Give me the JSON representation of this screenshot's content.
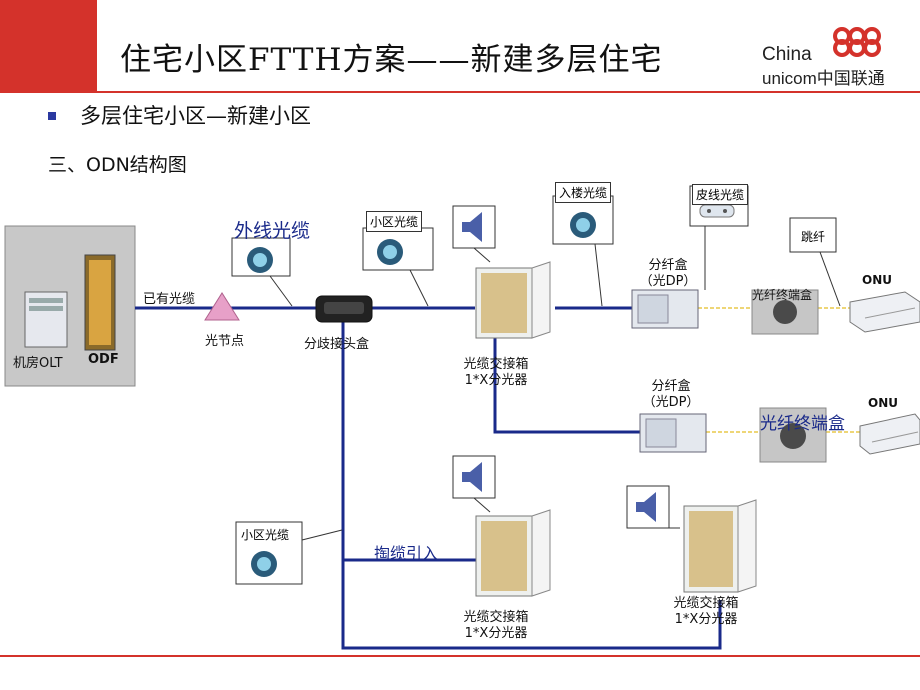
{
  "title": "住宅小区FTTH方案——新建多层住宅",
  "logo": {
    "line1": "China",
    "line2": "unicom中国联通",
    "color": "#d4322b"
  },
  "subtitle": "多层住宅小区—新建小区",
  "section": "三、ODN结构图",
  "labels": {
    "olt": "机房OLT",
    "odf": "ODF",
    "existing_cable": "已有光缆",
    "node": "光节点",
    "outside_cable": "外线光缆",
    "splice_box": "分歧接头盒",
    "district_cable_top": "小区光缆",
    "district_cable_left": "小区光缆",
    "building_cable": "入楼光缆",
    "drop_cable": "皮线光缆",
    "jumper": "跳纤",
    "dp1_line1": "分纤盒",
    "dp1_line2": "（光DP）",
    "dp2_line1": "分纤盒",
    "dp2_line2": "（光DP）",
    "term1": "光纤终端盒",
    "term2": "光纤终端盒",
    "onu1": "ONU",
    "onu2": "ONU",
    "cab1_line1": "光缆交接箱",
    "cab1_line2": "1*X分光器",
    "cab2_line1": "光缆交接箱",
    "cab2_line2": "1*X分光器",
    "cab3_line1": "光缆交接箱",
    "cab3_line2": "1*X分光器",
    "duct": "掏缆引入"
  },
  "colors": {
    "accent_red": "#d4322b",
    "line_blue": "#1a2a8a",
    "node_pink": "#e7a0c8"
  }
}
